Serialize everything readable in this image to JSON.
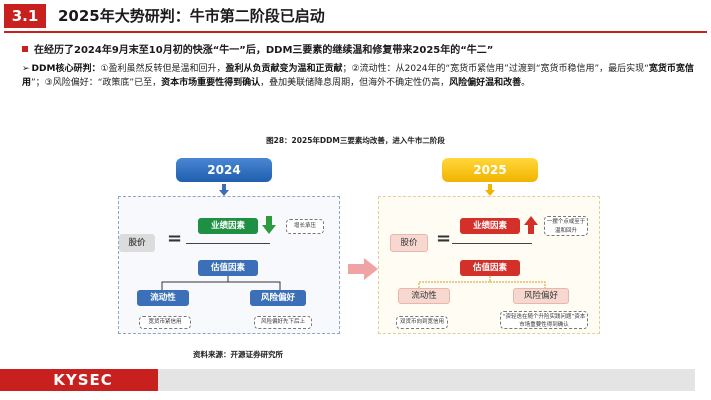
{
  "header": {
    "section_number": "3.1",
    "title": "2025年大势研判：牛市第二阶段已启动"
  },
  "bullet": {
    "text": "在经历了2024年9月末至10月初的快涨“牛一”后，DDM三要素的继续温和修复带来2025年的“牛二”"
  },
  "paragraph": {
    "arrow": "➢",
    "seg1": "DDM核心研判：",
    "seg2": "①盈利虽然反转但是温和回升，",
    "seg3": "盈利从负贡献变为温和正贡献",
    "seg4": "；②流动性：从2024年的“宽货币紧信用”过渡到“宽货币稳信用”，最后实现“",
    "seg5": "宽货币宽信用",
    "seg6": "”；③风险偏好：“政策底”已至，",
    "seg7": "资本市场重要性得到确认",
    "seg8": "，叠加美联储降息周期，但海外不确定性仍高，",
    "seg9": "风险偏好温和改善",
    "seg10": "。"
  },
  "figure": {
    "caption": "图28：2025年DDM三要素均改善，进入牛市二阶段",
    "left": {
      "year": "2024",
      "price": "股价",
      "eq": "=",
      "earnings": "业绩因素",
      "earnings_note": "增长承压",
      "valuation": "估值因素",
      "liquidity": "流动性",
      "risk": "风险偏好",
      "liquidity_note": "宽货币紧信用",
      "risk_note": "风险偏好先下后上"
    },
    "right": {
      "year": "2025",
      "price": "股价",
      "eq": "=",
      "earnings": "业绩因素",
      "earnings_note": "一摆个点或至于温和回升",
      "valuation": "估值因素",
      "liquidity": "流动性",
      "risk": "风险偏好",
      "liquidity_note": "双货币向到宽信用",
      "risk_note": "“资轻迭在随个升险实践问题”资本市场重要性得到确认"
    },
    "source": "资料来源：开源证券研究所"
  },
  "footer": {
    "logo": "KYSEC"
  },
  "colors": {
    "brand_red": "#c8201e",
    "green": "#1f8f43",
    "blue": "#3b6fb8",
    "gold": "#f2b300"
  }
}
